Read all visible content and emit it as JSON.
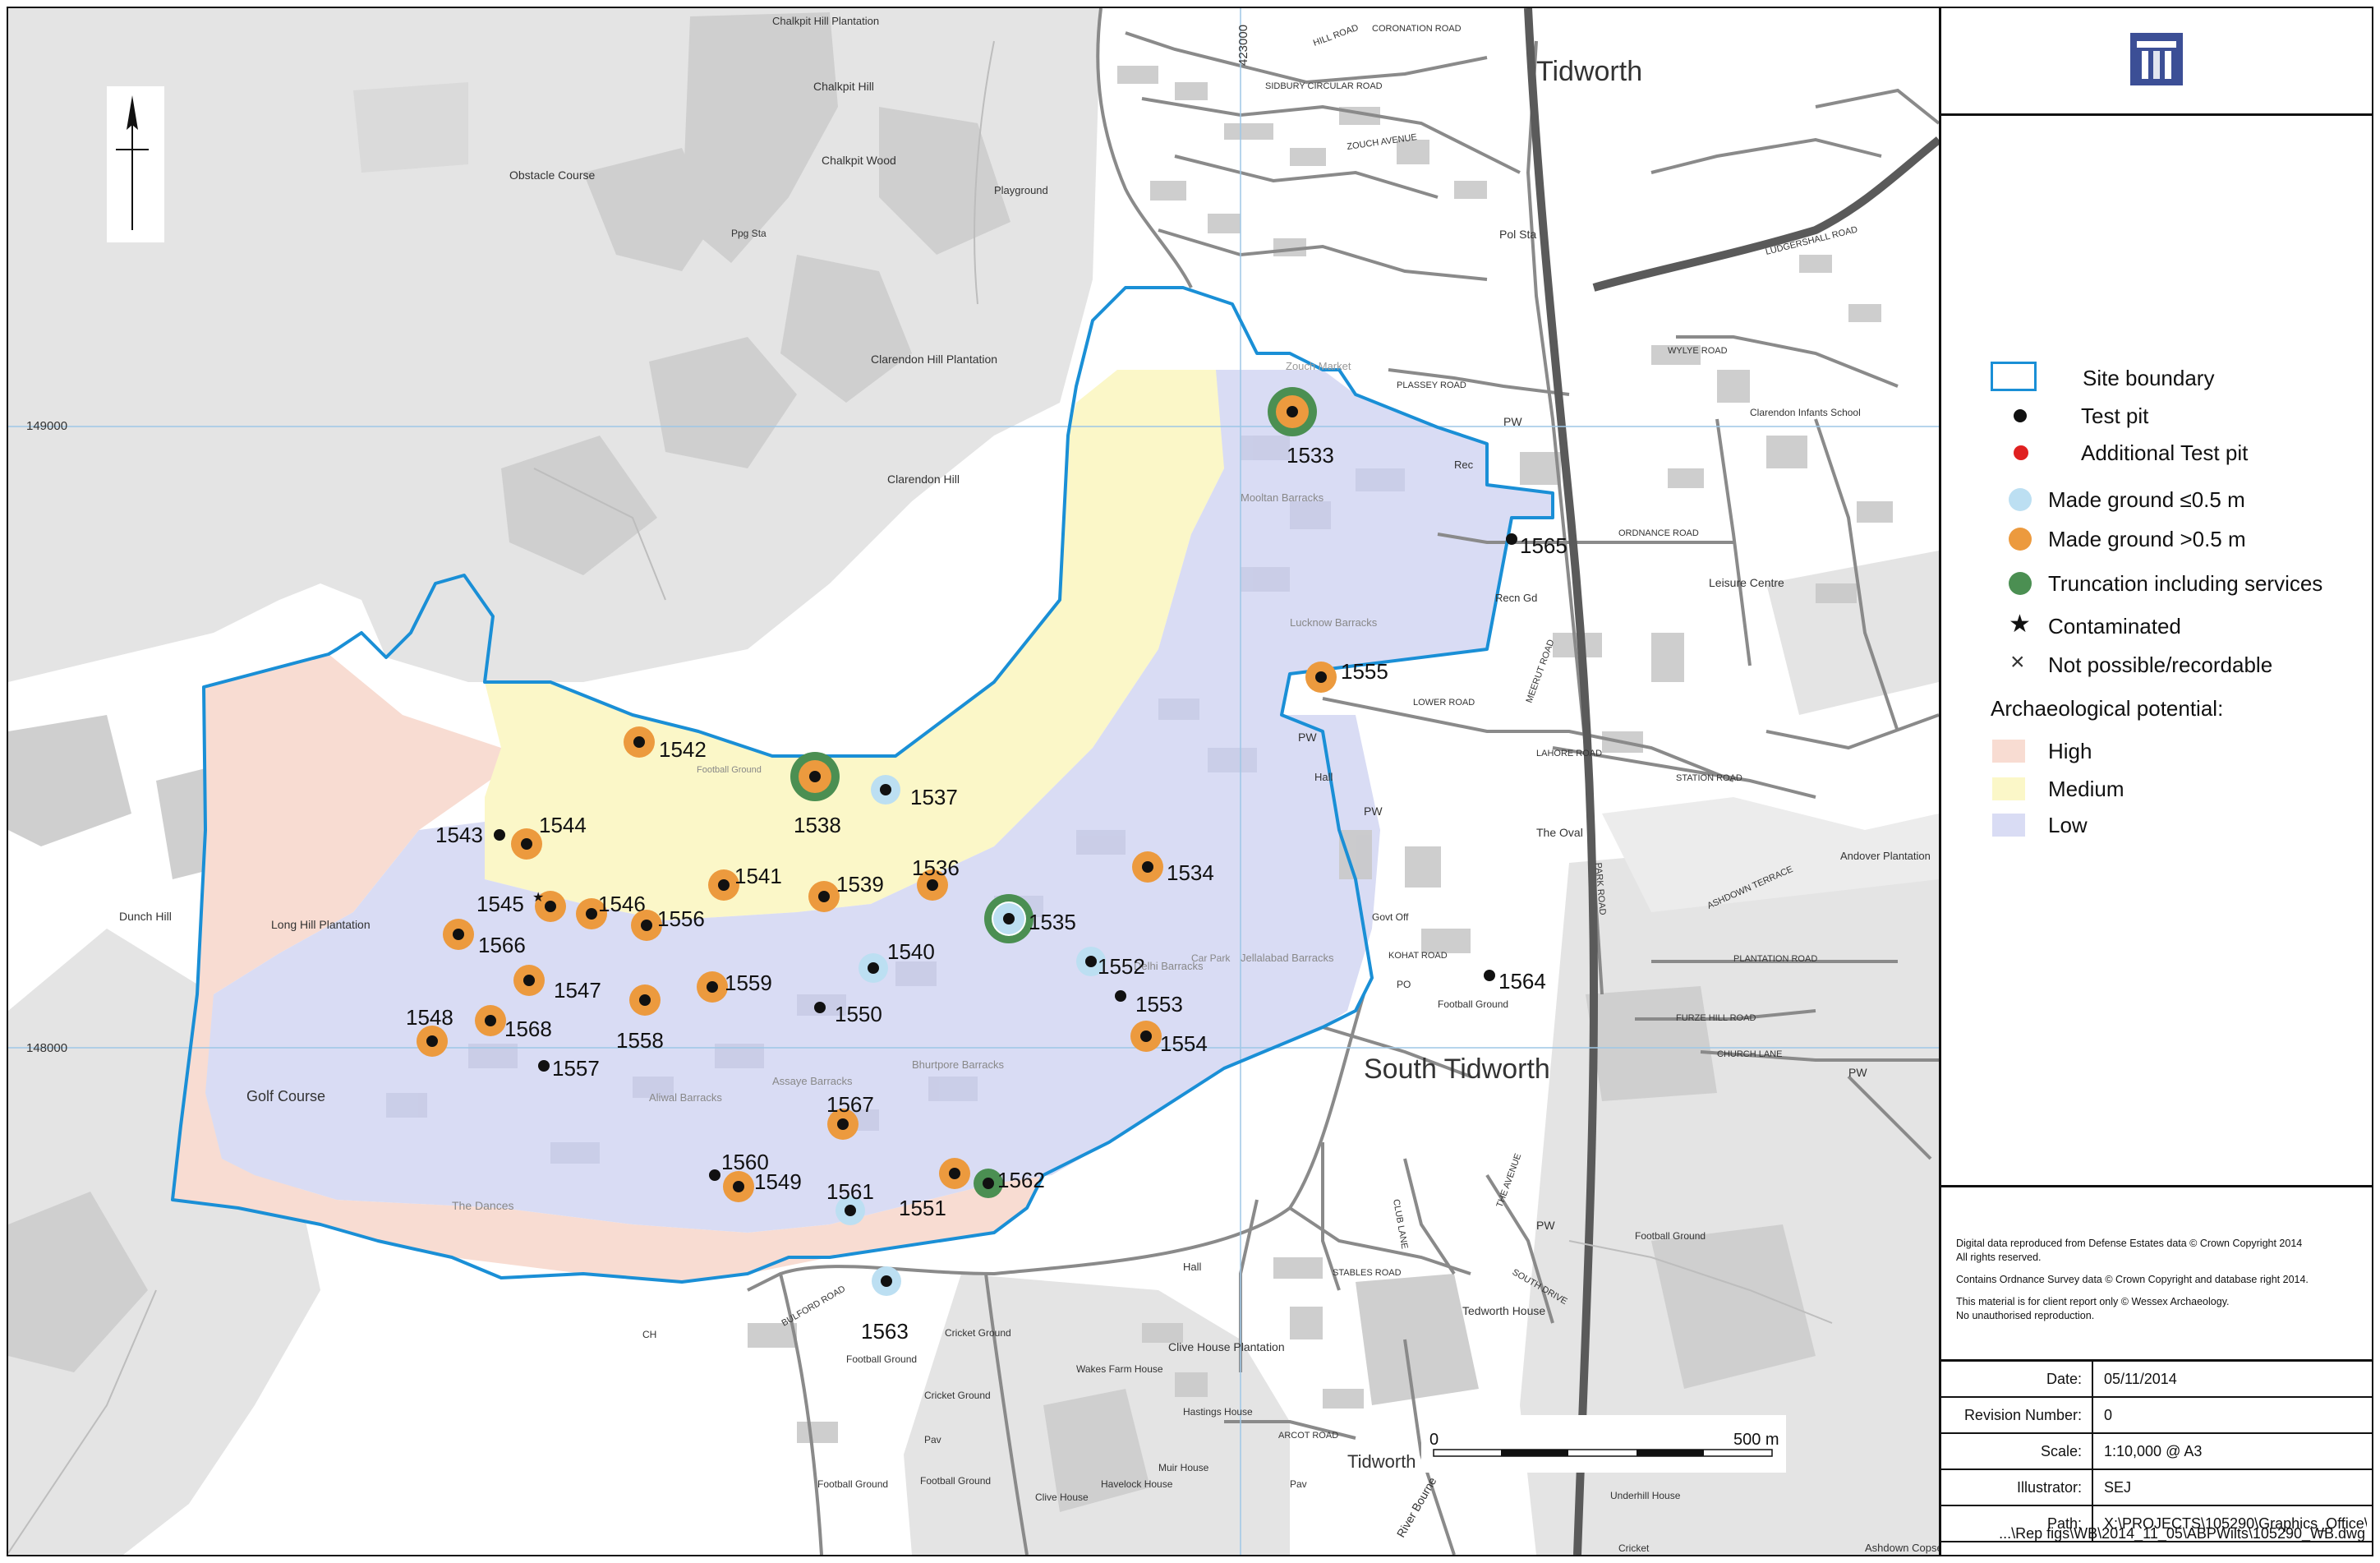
{
  "places": {
    "tidworth_n": "Tidworth",
    "south_tidworth": "South Tidworth",
    "tidworth_s": "Tidworth",
    "chalkpit_plantation": "Chalkpit Hill Plantation",
    "chalkpit_hill": "Chalkpit Hill",
    "chalkpit_wood": "Chalkpit Wood",
    "obstacle_course": "Obstacle Course",
    "playground": "Playground",
    "ppg_sta": "Ppg Sta",
    "clarendon_hill_plantation": "Clarendon Hill Plantation",
    "clarendon_hill": "Clarendon Hill",
    "dunch_hill": "Dunch Hill",
    "long_hill_plantation": "Long Hill Plantation",
    "golf_course": "Golf Course",
    "the_dances": "The Dances",
    "football_ground_a": "Football Ground",
    "zouch_market": "Zouch Market",
    "mooltan_barracks": "Mooltan Barracks",
    "lucknow_barracks": "Lucknow Barracks",
    "jellalabad_barracks": "Jellalabad Barracks",
    "delhi_barracks": "Delhi Barracks",
    "bhurtpore_barracks": "Bhurtpore Barracks",
    "assaye_barracks": "Assaye Barracks",
    "aliwal_barracks": "Aliwal Barracks",
    "car_park": "Car Park",
    "pol_sta": "Pol Sta",
    "rec": "Rec",
    "recn_gd": "Recn Gd",
    "pw_1": "PW",
    "pw_2": "PW",
    "pw_3": "PW",
    "pw_4": "PW",
    "pw_5": "PW",
    "hall_1": "Hall",
    "hall_2": "Hall",
    "the_oval": "The Oval",
    "govt_off": "Govt Off",
    "po": "PO",
    "football_ground_b": "Football Ground",
    "football_ground_c": "Football Ground",
    "football_ground_d": "Football Ground",
    "football_ground_e": "Football Ground",
    "football_ground_f": "Football Ground",
    "leisure_centre": "Leisure Centre",
    "clarendon_infants": "Clarendon Infants School",
    "andover_plantation": "Andover Plantation",
    "cricket_ground_a": "Cricket Ground",
    "cricket_ground_b": "Cricket Ground",
    "wakes_farm": "Wakes Farm House",
    "clive_house_plantation": "Clive House Plantation",
    "hastings_house": "Hastings House",
    "havelock_house": "Havelock House",
    "muir_house": "Muir House",
    "clive_house": "Clive House",
    "pav_1": "Pav",
    "pav_2": "Pav",
    "tedworth_house": "Tedworth House",
    "underhill_house": "Underhill House",
    "ch": "CH",
    "river_bourne": "River Bourne",
    "ashdown_copse": "Ashdown Copse",
    "cricket": "Cricket"
  },
  "roads": {
    "coronation": "CORONATION ROAD",
    "hill_road": "HILL ROAD",
    "sidbury_circular": "SIDBURY CIRCULAR ROAD",
    "zouch_avenue": "ZOUCH AVENUE",
    "plassey": "PLASSEY ROAD",
    "ordnance": "ORDNANCE ROAD",
    "station": "STATION ROAD",
    "wylye": "WYLYE ROAD",
    "plantation": "PLANTATION ROAD",
    "church_lane": "CHURCH LANE",
    "furze_hill": "FURZE HILL ROAD",
    "lower_road": "LOWER ROAD",
    "lahore": "LAHORE ROAD",
    "park_road": "PARK ROAD",
    "ludgershall": "LUDGERSHALL ROAD",
    "bulford": "BULFORD ROAD",
    "stables": "STABLES ROAD",
    "club_lane": "CLUB LANE",
    "arcot": "ARCOT ROAD",
    "ashdown_terrace": "ASHDOWN TERRACE",
    "kohat": "KOHAT ROAD",
    "the_avenue": "THE AVENUE",
    "south_drive": "SOUTH DRIVE",
    "meerut": "MEERUT ROAD"
  },
  "grid": {
    "northing_149": "149000",
    "northing_148": "148000",
    "easting_423": "423000"
  },
  "test_pits": [
    {
      "id": "1533",
      "cls": "orange-green"
    },
    {
      "id": "1534",
      "cls": "orange"
    },
    {
      "id": "1535",
      "cls": "blue-green"
    },
    {
      "id": "1536",
      "cls": "orange"
    },
    {
      "id": "1537",
      "cls": "blue"
    },
    {
      "id": "1538",
      "cls": "orange-green"
    },
    {
      "id": "1539",
      "cls": "orange"
    },
    {
      "id": "1540",
      "cls": "blue"
    },
    {
      "id": "1541",
      "cls": "orange"
    },
    {
      "id": "1542",
      "cls": "orange"
    },
    {
      "id": "1543",
      "cls": "plain"
    },
    {
      "id": "1544",
      "cls": "orange"
    },
    {
      "id": "1545",
      "cls": "orange",
      "contaminated": true
    },
    {
      "id": "1546",
      "cls": "orange"
    },
    {
      "id": "1547",
      "cls": "orange"
    },
    {
      "id": "1548",
      "cls": "orange"
    },
    {
      "id": "1549",
      "cls": "orange"
    },
    {
      "id": "1550",
      "cls": "plain"
    },
    {
      "id": "1551",
      "cls": "orange"
    },
    {
      "id": "1552",
      "cls": "blue"
    },
    {
      "id": "1553",
      "cls": "plain"
    },
    {
      "id": "1554",
      "cls": "orange"
    },
    {
      "id": "1555",
      "cls": "orange"
    },
    {
      "id": "1556",
      "cls": "orange"
    },
    {
      "id": "1557",
      "cls": "plain"
    },
    {
      "id": "1558",
      "cls": "orange"
    },
    {
      "id": "1559",
      "cls": "orange"
    },
    {
      "id": "1560",
      "cls": "plain"
    },
    {
      "id": "1561",
      "cls": "blue"
    },
    {
      "id": "1562",
      "cls": "green"
    },
    {
      "id": "1563",
      "cls": "blue"
    },
    {
      "id": "1564",
      "cls": "plain"
    },
    {
      "id": "1565",
      "cls": "plain"
    },
    {
      "id": "1566",
      "cls": "orange"
    },
    {
      "id": "1567",
      "cls": "orange"
    },
    {
      "id": "1568",
      "cls": "orange"
    }
  ],
  "scale_bar": {
    "start": "0",
    "end": "500 m"
  },
  "legend": {
    "site_boundary": "Site boundary",
    "test_pit": "Test pit",
    "additional_test_pit": "Additional Test pit",
    "made_ground_le": "Made ground ≤0.5 m",
    "made_ground_gt": "Made ground >0.5 m",
    "truncation": "Truncation including services",
    "contaminated": "Contaminated",
    "not_possible": "Not possible/recordable",
    "potential_title": "Archaeological potential:",
    "high": "High",
    "medium": "Medium",
    "low": "Low"
  },
  "colors": {
    "boundary": "#1a8fd6",
    "high": "#f8dcd2",
    "medium": "#fbf7c8",
    "low": "#d9dcf4",
    "made_ground_le": "#bcdff2",
    "made_ground_gt": "#ec9a3e",
    "truncation": "#4b8f52",
    "additional_pit": "#e02020",
    "logo": "#3c4f96",
    "woodland": "#e6e6e6",
    "building": "#c8c8c8"
  },
  "copyright": {
    "line1": "Digital data reproduced from Defense Estates data © Crown Copyright 2014",
    "line2": "All rights reserved.",
    "line3": "Contains Ordnance Survey data © Crown Copyright and database right 2014.",
    "line4": "This material is for client report only © Wessex Archaeology.",
    "line5": "No unauthorised reproduction."
  },
  "title_block": {
    "date_label": "Date:",
    "date": "05/11/2014",
    "revision_label": "Revision Number:",
    "revision": "0",
    "scale_label": "Scale:",
    "scale": "1:10,000 @ A3",
    "illustrator_label": "Illustrator:",
    "illustrator": "SEJ",
    "path_label": "Path:",
    "path": "X:\\PROJECTS\\105290\\Graphics_Office\\...",
    "path2": "...\\Rep figs\\WB\\2014_11_05\\ABPWilts\\105290_WB.dwg"
  }
}
